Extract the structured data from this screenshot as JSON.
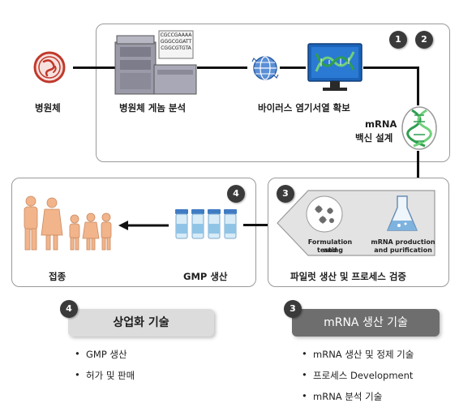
{
  "top": {
    "pathogen_label": "병원체",
    "genome_label": "병원체 게놈 분석",
    "sequence_label": "바이러스 염기서열 확보",
    "mrna_design_line1": "mRNA",
    "mrna_design_line2": "백신 설계",
    "monitor_text": [
      "CGCCGAAAA",
      "GGGCGGATT",
      "CGGCGTGTA"
    ]
  },
  "badges": {
    "one": "1",
    "two": "2",
    "three": "3",
    "four": "4"
  },
  "left_box": {
    "vaccination_label": "접종",
    "gmp_label": "GMP 생산"
  },
  "right_box": {
    "formulation_line1": "Formulation and",
    "formulation_line2": "testing",
    "production_line1": "mRNA production",
    "production_line2": "and purification",
    "pilot_label": "파일럿 생산 및 프로세스 검증"
  },
  "commercialization": {
    "badge": "4",
    "title": "상업화 기술",
    "items": [
      "GMP 생산",
      "허가 및 판매"
    ]
  },
  "production_tech": {
    "badge": "3",
    "title": "mRNA 생산 기술",
    "items": [
      "mRNA 생산 및 정제 기술",
      "프로세스 Development",
      "mRNA 분석 기술"
    ]
  },
  "colors": {
    "pathogen_red": "#c0392b",
    "dna_green": "#2e9e4f",
    "monitor_blue": "#1b63b8",
    "people_orange": "#f2b48a",
    "pill_gray_light": "#dcdcdc",
    "pill_gray_dark": "#6e6e6e"
  }
}
